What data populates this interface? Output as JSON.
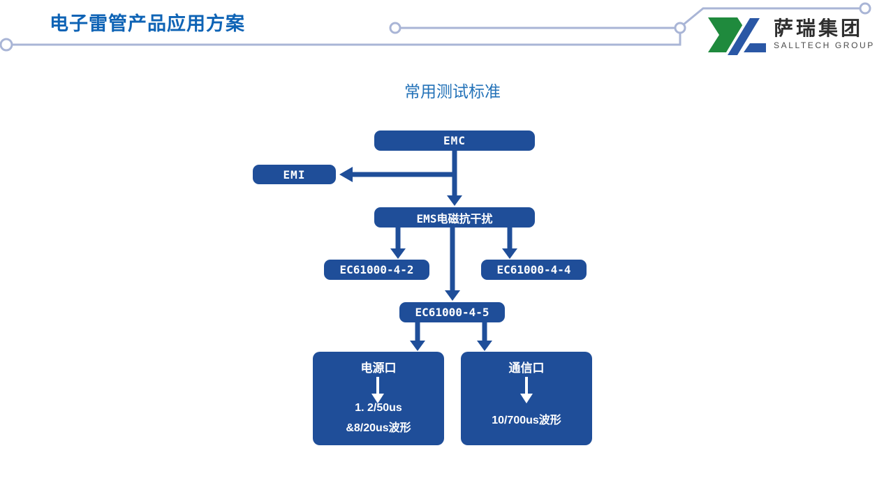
{
  "header": {
    "title": "电子雷管产品应用方案",
    "logo_text": "萨瑞集团",
    "logo_subtext": "SALLTECH GROUP"
  },
  "diagram": {
    "title": "常用测试标准",
    "nodes": {
      "emc": {
        "label": "EMC"
      },
      "emi": {
        "label": "EMI"
      },
      "ems": {
        "label": "EMS电磁抗干扰"
      },
      "ec_4_2": {
        "label": "EC61000-4-2"
      },
      "ec_4_4": {
        "label": "EC61000-4-4"
      },
      "ec_4_5": {
        "label": "EC61000-4-5"
      },
      "power_port": {
        "label": "电源口",
        "line1": "1. 2/50us",
        "line2": "&8/20us波形"
      },
      "comm_port": {
        "label": "通信口",
        "line1": "10/700us波形"
      }
    },
    "edges": [
      {
        "from": "EMC",
        "to": "EMI"
      },
      {
        "from": "EMC",
        "to": "EMS电磁抗干扰"
      },
      {
        "from": "EMS电磁抗干扰",
        "to": "EC61000-4-2"
      },
      {
        "from": "EMS电磁抗干扰",
        "to": "EC61000-4-4"
      },
      {
        "from": "EMS电磁抗干扰",
        "to": "EC61000-4-5"
      },
      {
        "from": "EC61000-4-5",
        "to": "电源口"
      },
      {
        "from": "EC61000-4-5",
        "to": "通信口"
      },
      {
        "from": "电源口",
        "to": "1. 2/50us &8/20us波形"
      },
      {
        "from": "通信口",
        "to": "10/700us波形"
      }
    ]
  },
  "colors": {
    "node_blue": "#1f4e99",
    "page_title_blue": "#0e63b5",
    "diagram_title_blue": "#2372b8",
    "decor_line": "#a9b5d6",
    "logo_green": "#1f8a3d",
    "logo_blue": "#2a57a5",
    "logo_text_dark": "#2e2e2e"
  }
}
